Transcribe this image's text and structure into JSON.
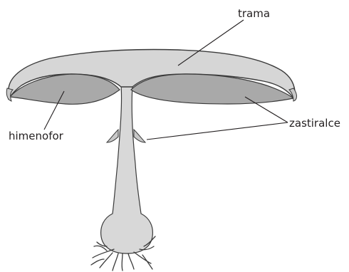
{
  "labels": {
    "trama": "trama",
    "zastiralce": "zastiralce",
    "himenofor": "himenofor"
  },
  "colors": {
    "cap_fill": "#d6d6d6",
    "gill_fill": "#a9a9a9",
    "stem_fill": "#d8d8d8",
    "outline": "#3a3a3a",
    "leader": "#231f20",
    "text": "#231f20"
  }
}
